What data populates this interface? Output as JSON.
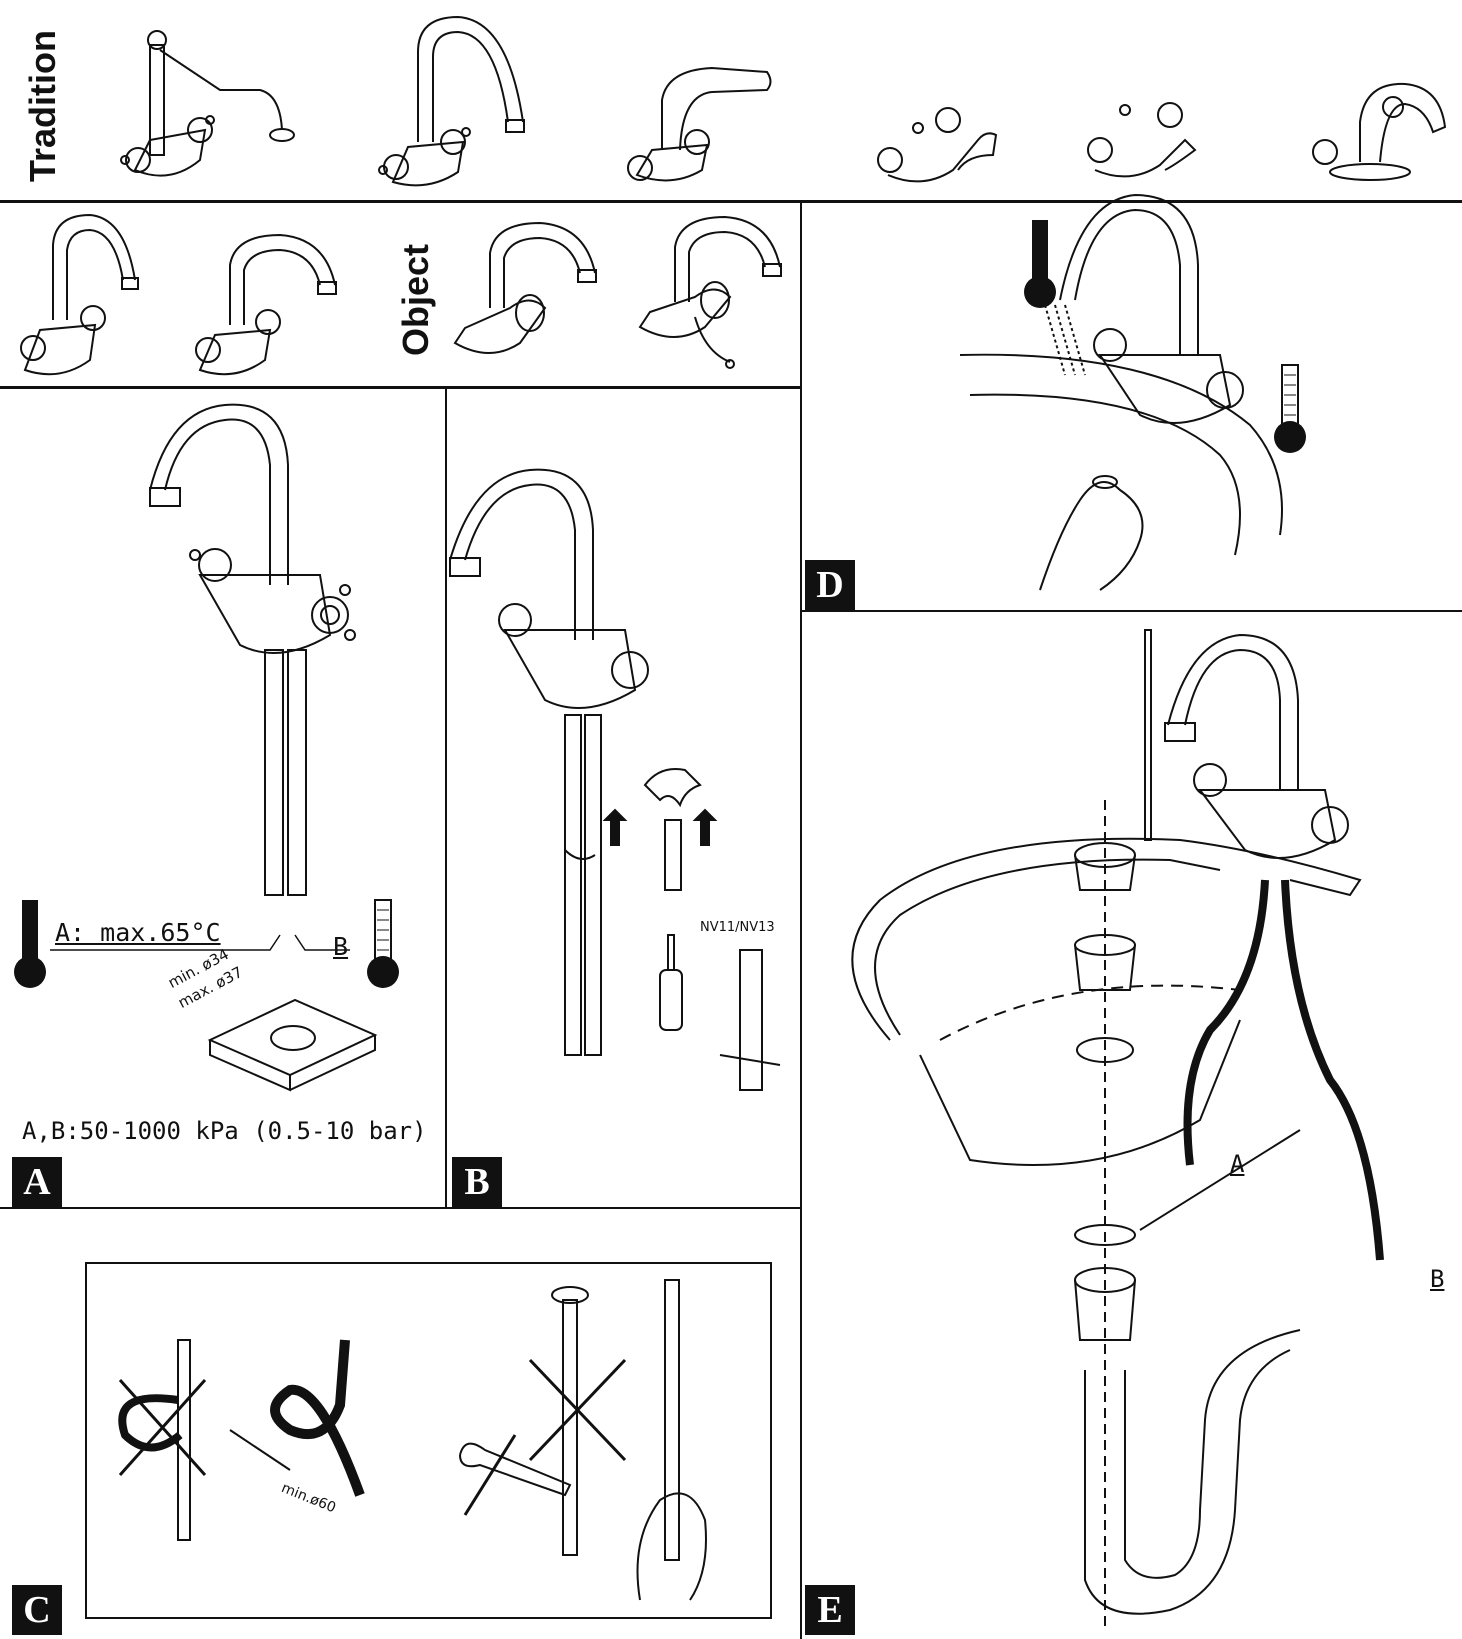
{
  "series_labels": {
    "tradition": "Tradition",
    "object": "Object"
  },
  "panels": {
    "a": "A",
    "b": "B",
    "c": "C",
    "d": "D",
    "e": "E"
  },
  "panel_a": {
    "hot_text": "A: max.65°C",
    "b_text": "B",
    "hole_min": "min. ø34",
    "hole_max": "max. ø37",
    "pressure": "A,B:50-1000 kPa (0.5-10 bar)"
  },
  "panel_b": {
    "tool": "NV11/NV13"
  },
  "panel_c": {
    "bend": "min.ø60"
  },
  "panel_e": {
    "a": "A",
    "b": "B"
  }
}
